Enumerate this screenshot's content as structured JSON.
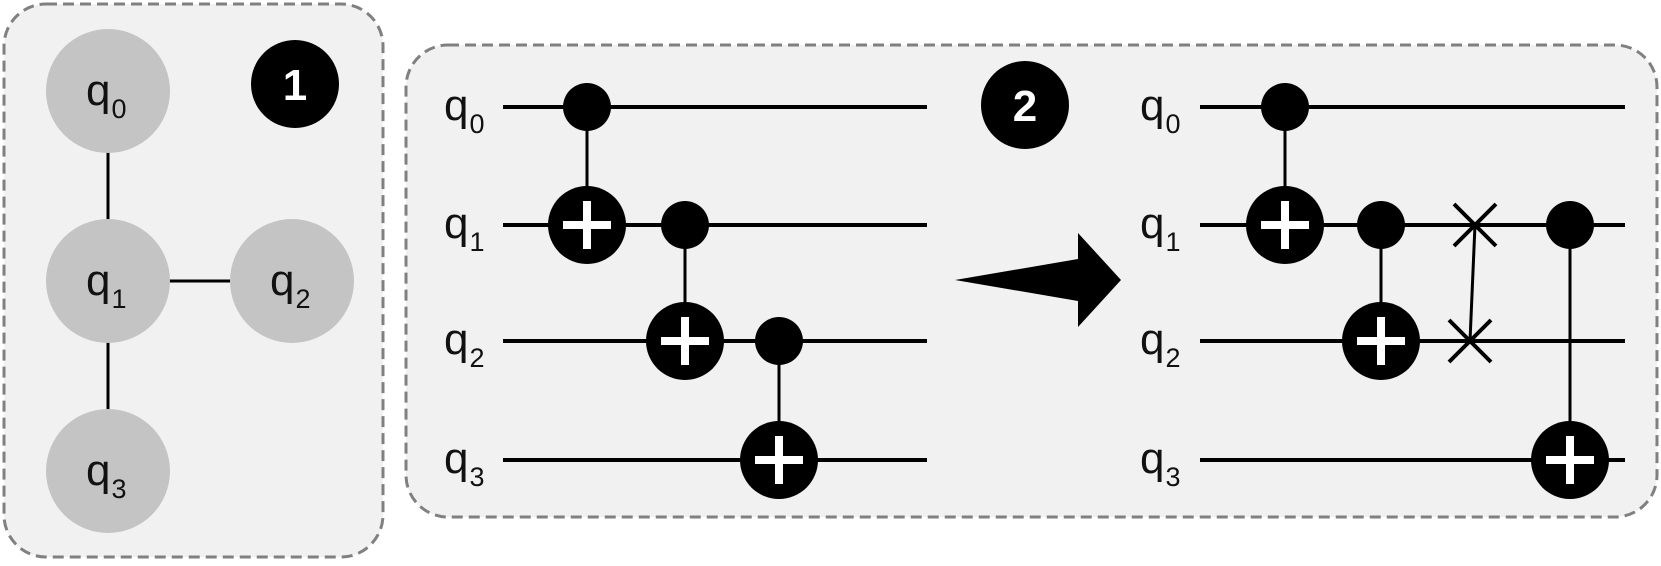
{
  "colors": {
    "panel_fill": "#f1f1f1",
    "panel_border": "#808080",
    "node_fill": "#c4c4c4",
    "ink": "#000000",
    "badge_text": "#ffffff"
  },
  "coupling_map": {
    "badge": "1",
    "nodes": [
      {
        "id": "q0",
        "label": "q",
        "sub": "0"
      },
      {
        "id": "q1",
        "label": "q",
        "sub": "1"
      },
      {
        "id": "q2",
        "label": "q",
        "sub": "2"
      },
      {
        "id": "q3",
        "label": "q",
        "sub": "3"
      }
    ],
    "edges": [
      [
        "q0",
        "q1"
      ],
      [
        "q1",
        "q2"
      ],
      [
        "q1",
        "q3"
      ]
    ]
  },
  "original_circuit": {
    "qubits": [
      {
        "label": "q",
        "sub": "0"
      },
      {
        "label": "q",
        "sub": "1"
      },
      {
        "label": "q",
        "sub": "2"
      },
      {
        "label": "q",
        "sub": "3"
      }
    ],
    "gates": [
      {
        "type": "cnot",
        "control": 0,
        "target": 1
      },
      {
        "type": "cnot",
        "control": 1,
        "target": 2
      },
      {
        "type": "cnot",
        "control": 2,
        "target": 3
      }
    ]
  },
  "transform": {
    "badge": "2",
    "arrow_icon": "arrow-right-icon"
  },
  "routed_circuit": {
    "qubits": [
      {
        "label": "q",
        "sub": "0"
      },
      {
        "label": "q",
        "sub": "1"
      },
      {
        "label": "q",
        "sub": "2"
      },
      {
        "label": "q",
        "sub": "3"
      }
    ],
    "gates": [
      {
        "type": "cnot",
        "control": 0,
        "target": 1
      },
      {
        "type": "cnot",
        "control": 1,
        "target": 2
      },
      {
        "type": "swap",
        "qubits": [
          1,
          2
        ]
      },
      {
        "type": "cnot",
        "control": 1,
        "target": 3
      }
    ]
  }
}
